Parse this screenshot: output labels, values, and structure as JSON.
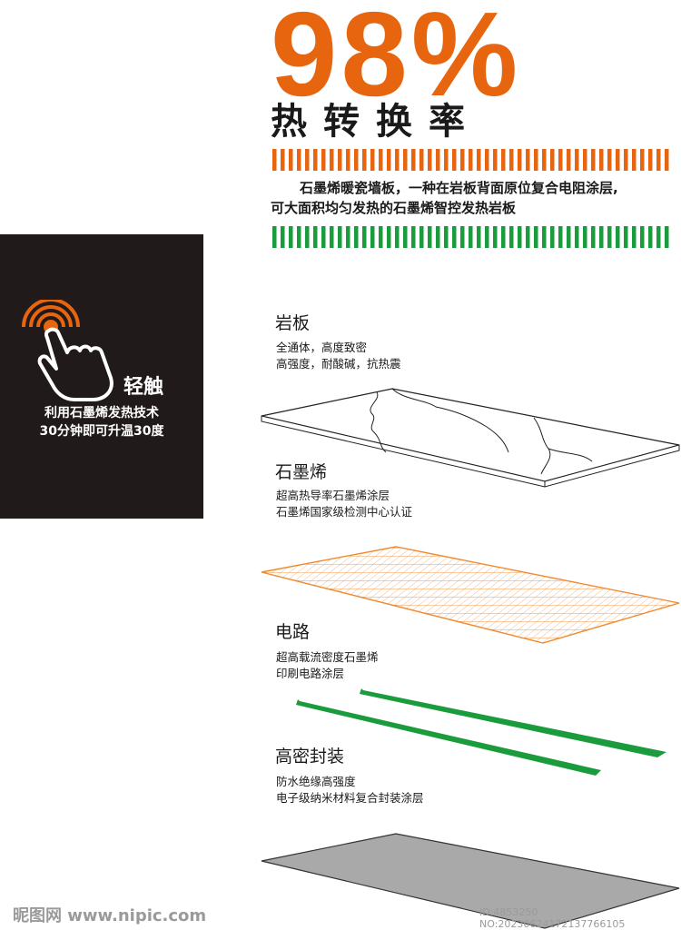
{
  "headline": {
    "number": "98%",
    "subtitle": "热转换率",
    "description_line1": "石墨烯暖瓷墙板，一种在岩板背面原位复合电阻涂层,",
    "description_line2": "可大面积均匀发热的石墨烯智控发热岩板"
  },
  "colors": {
    "accent_orange": "#e8650f",
    "accent_green": "#1a9b3c",
    "card_bg": "#211a1a",
    "grid_orange": "#f08a30",
    "bottom_panel": "#a9a9a9"
  },
  "card": {
    "icon": "touch-hand-icon",
    "title": "轻触",
    "line1": "利用石墨烯发热技术",
    "line2": "30分钟即可升温30度"
  },
  "layers": [
    {
      "title": "岩板",
      "line1": "全通体，高度致密",
      "line2": "高强度，耐酸碱，抗热震"
    },
    {
      "title": "石墨烯",
      "line1": "超高热导率石墨烯涂层",
      "line2": "石墨烯国家级检测中心认证"
    },
    {
      "title": "电路",
      "line1": "超高载流密度石墨烯",
      "line2": "印刷电路涂层"
    },
    {
      "title": "高密封装",
      "line1": "防水绝缘高强度",
      "line2": "电子级纳米材料复合封装涂层"
    }
  ],
  "watermark": {
    "left": "昵图网 www.nipic.com",
    "right": "ID:4853250 NO:20230624172137766105"
  }
}
